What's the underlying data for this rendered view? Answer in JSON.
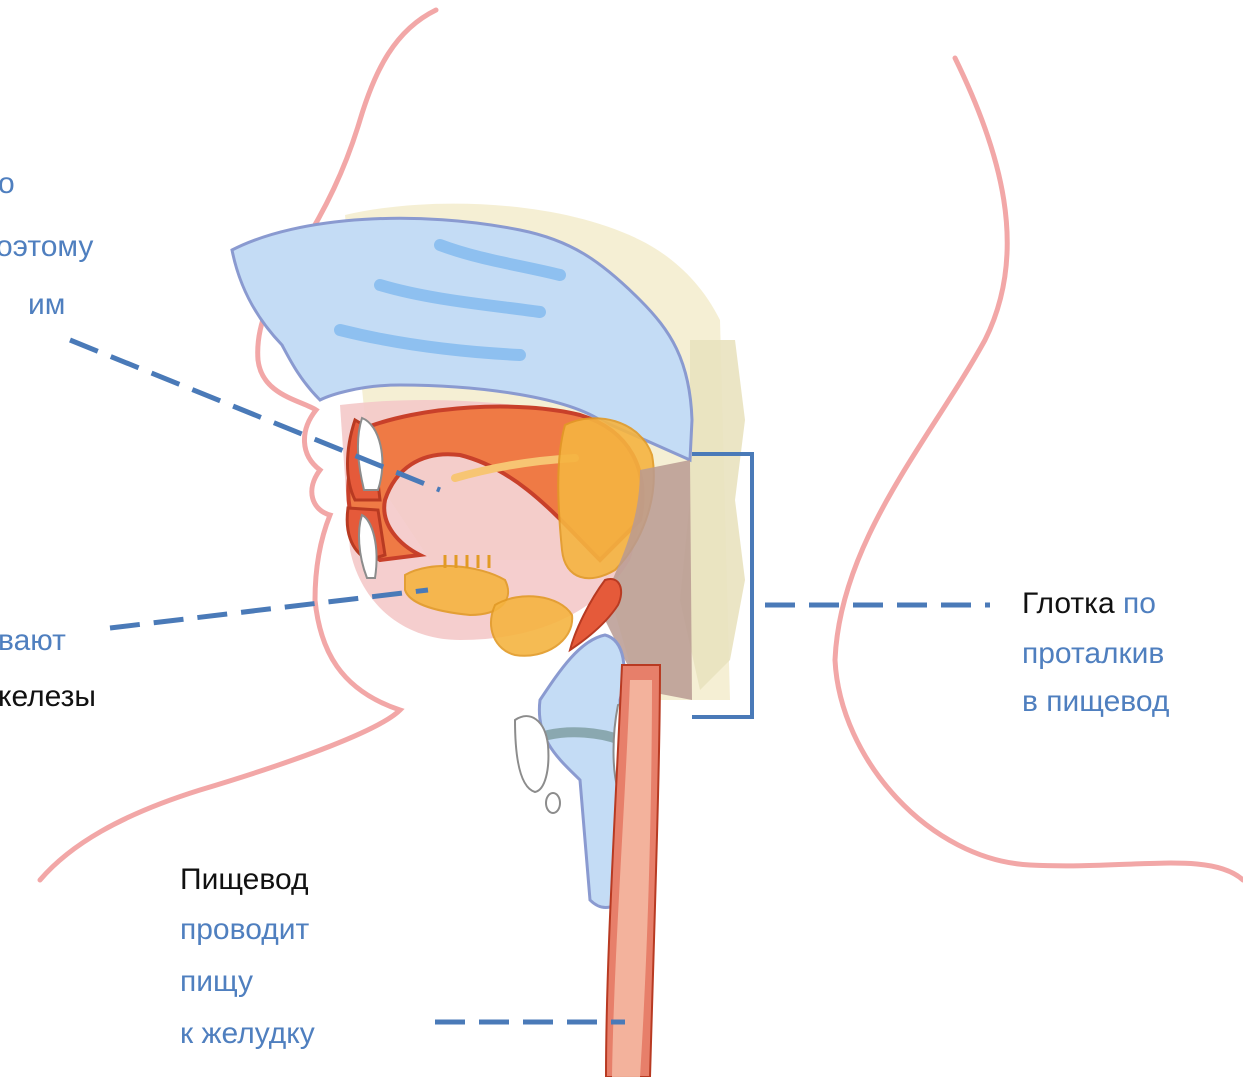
{
  "labels": {
    "tongue": {
      "line1": "о",
      "line2": "оэтому",
      "line3": "им"
    },
    "salivary": {
      "line1": "вают",
      "line2": "келезы"
    },
    "pharynx": {
      "title": "Глотка",
      "desc1": "по",
      "desc2": "проталкив",
      "desc3": "в пищевод"
    },
    "esophagus": {
      "title": "Пищевод",
      "desc1": "проводит",
      "desc2": "пищу",
      "desc3": "к желудку"
    }
  },
  "colors": {
    "outline": "#f2a7a7",
    "leader": "#4a7ab8",
    "label_text": "#4f7fbf",
    "nasal": "#c4dcf5",
    "tongue": "#ef7a45",
    "gland": "#f5b441",
    "esophagus": "#e77f6a",
    "bone": "#f3eccc"
  }
}
